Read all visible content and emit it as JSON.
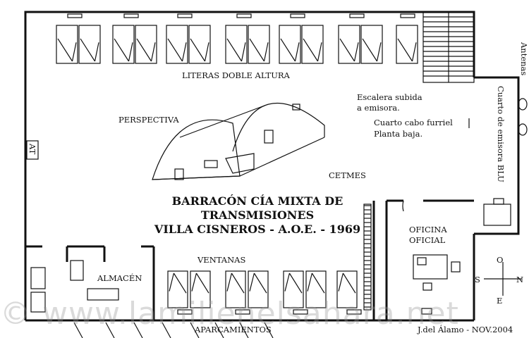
{
  "title_lines": [
    "BARRACÓN CÍA MIXTA DE",
    "TRANSMISIONES",
    "VILLA CISNEROS - A.O.E. - 1969"
  ],
  "labels": {
    "literas": "LITERAS DOBLE ALTURA",
    "perspectiva": "PERSPECTIVA",
    "escalera_1": "Escalera subida",
    "escalera_2": "a emisora.",
    "cuarto_cabo_1": "Cuarto cabo furriel",
    "cuarto_cabo_2": "Planta baja.",
    "cuarto_emisora": "Cuarto de emisora BLU",
    "antenas": "Antenas",
    "cetmes": "CETMES",
    "oficina_1": "OFICINA",
    "oficina_2": "OFICIAL",
    "ventanas": "VENTANAS",
    "almacen": "ALMACÉN",
    "aparcamientos": "APARCAMIENTOS",
    "sign": "AT",
    "credit": "J.del Álamo - NOV.2004"
  },
  "compass": {
    "n": "N",
    "s": "S",
    "e": "E",
    "o": "O"
  },
  "watermark": "© www.lamilienelsahara.net",
  "colors": {
    "line": "#111111",
    "paper": "#ffffff",
    "watermark": "#9a9a9a"
  }
}
